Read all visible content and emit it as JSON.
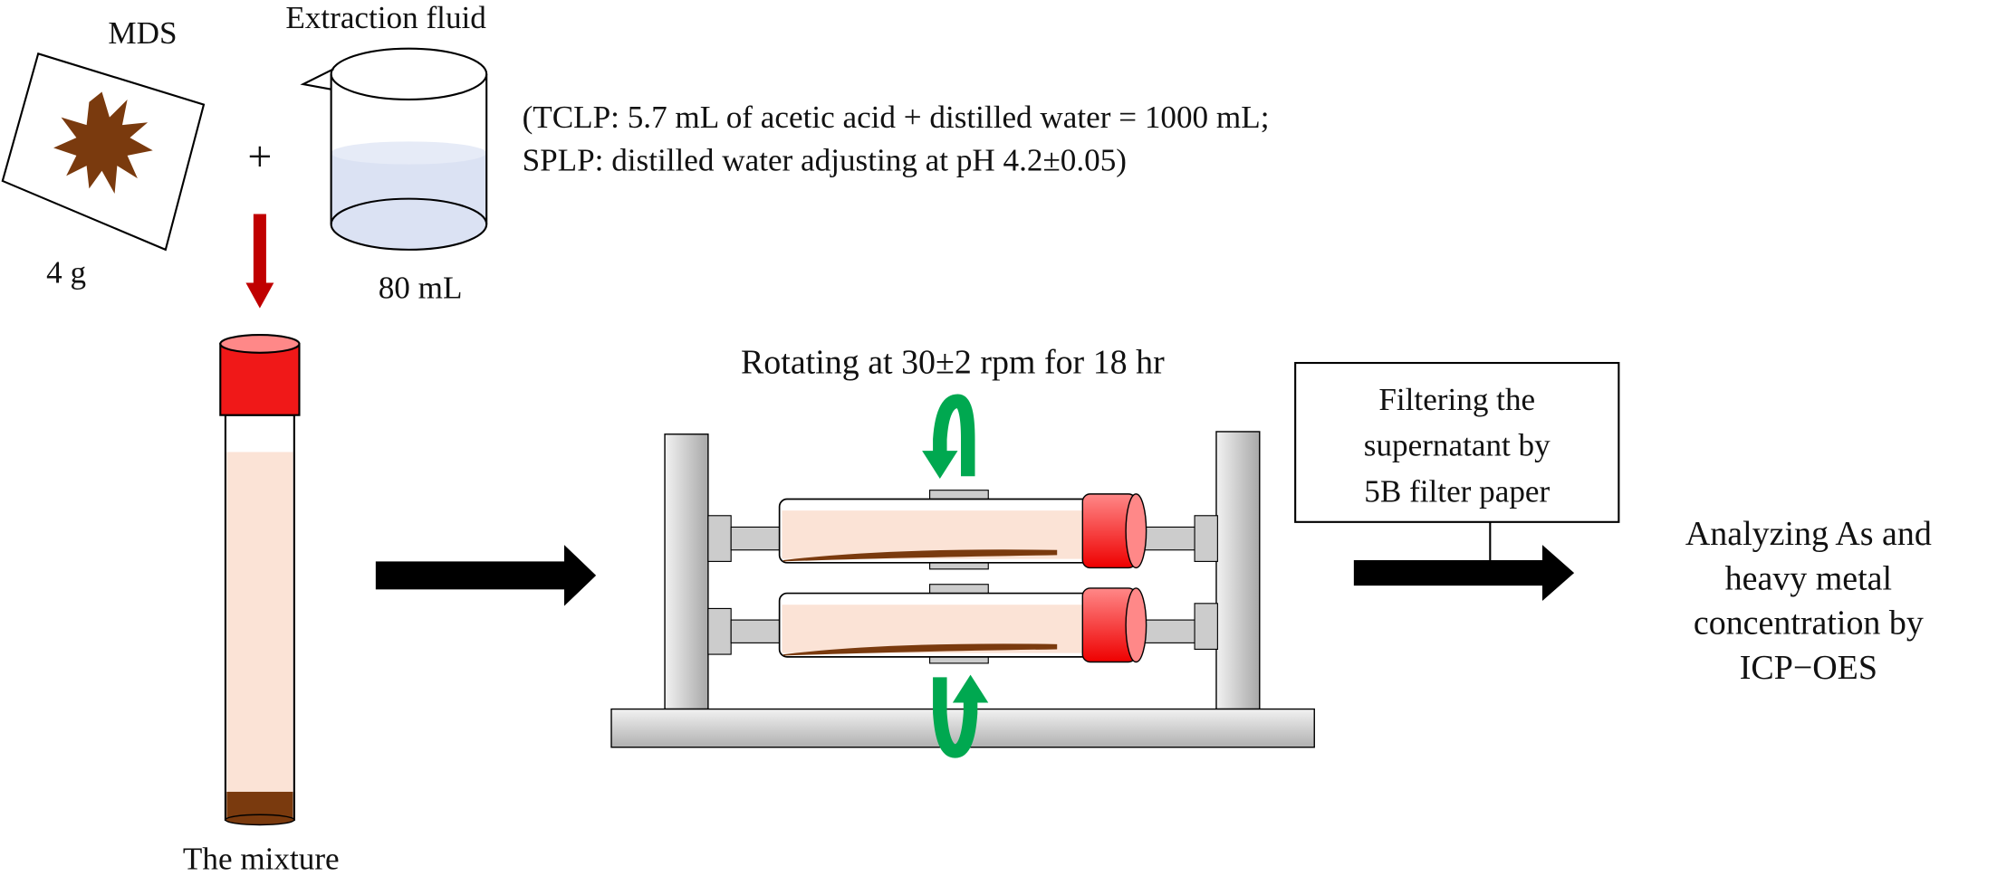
{
  "labels": {
    "mds": "MDS",
    "mds_mass": "4 g",
    "plus": "+",
    "extraction_fluid": "Extraction fluid",
    "fluid_volume": "80 mL",
    "conditions": [
      "(TCLP: 5.7 mL of acetic acid + distilled water = 1000 mL;",
      "SPLP: distilled water adjusting at pH 4.2±0.05)"
    ],
    "mixture": "The mixture",
    "rotating": "Rotating at 30±2 rpm for 18 hr",
    "filter_lines": [
      "Filtering the",
      "supernatant by",
      "5B filter paper"
    ],
    "analysis_lines": [
      "Analyzing As and",
      "heavy metal",
      "concentration by",
      "ICP−OES"
    ]
  },
  "colors": {
    "sample_brown": "#7a3a0e",
    "red_arrow": "#c00000",
    "cap_red": "#f01818",
    "liquid_blue": "#dbe2f3",
    "mixture_pink": "#fbe3d6",
    "rotation_green": "#00a850",
    "metal_gray": "#c8c8c8"
  }
}
